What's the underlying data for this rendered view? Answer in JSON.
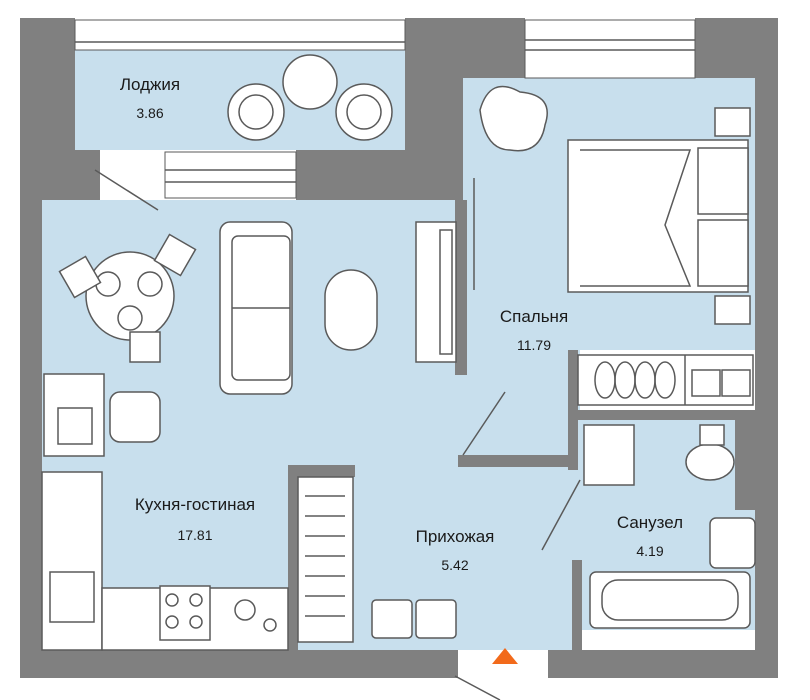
{
  "rooms": {
    "loggia": {
      "name": "Лоджия",
      "area": "3.86"
    },
    "bedroom": {
      "name": "Спальня",
      "area": "11.79"
    },
    "kitchen_living": {
      "name": "Кухня-гостиная",
      "area": "17.81"
    },
    "hallway": {
      "name": "Прихожая",
      "area": "5.42"
    },
    "bathroom": {
      "name": "Санузел",
      "area": "4.19"
    }
  },
  "colors": {
    "wall": "#808080",
    "floor": "#c8dfed",
    "entrance_marker": "#f26a1b"
  },
  "icons": {
    "entrance": "entrance-triangle-icon"
  }
}
